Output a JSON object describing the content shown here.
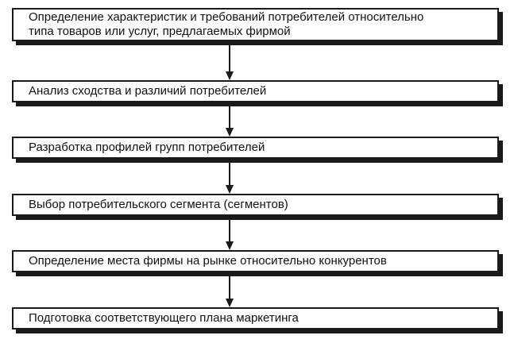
{
  "steps": [
    {
      "label": "Определение характеристик и требований потребителей относительно\nтипа товаров или услуг, предлагаемых фирмой"
    },
    {
      "label": "Анализ сходства и различий потребителей"
    },
    {
      "label": "Разработка профилей групп потребителей"
    },
    {
      "label": "Выбор потребительского сегмента (сегментов)"
    },
    {
      "label": "Определение места фирмы на рынке относительно конкурентов"
    },
    {
      "label": "Подготовка соответствующего плана маркетинга"
    }
  ],
  "colors": {
    "box_border": "#1a1a1a",
    "box_fill": "#ffffff",
    "arrow": "#1a1a1a",
    "text": "#111111"
  }
}
